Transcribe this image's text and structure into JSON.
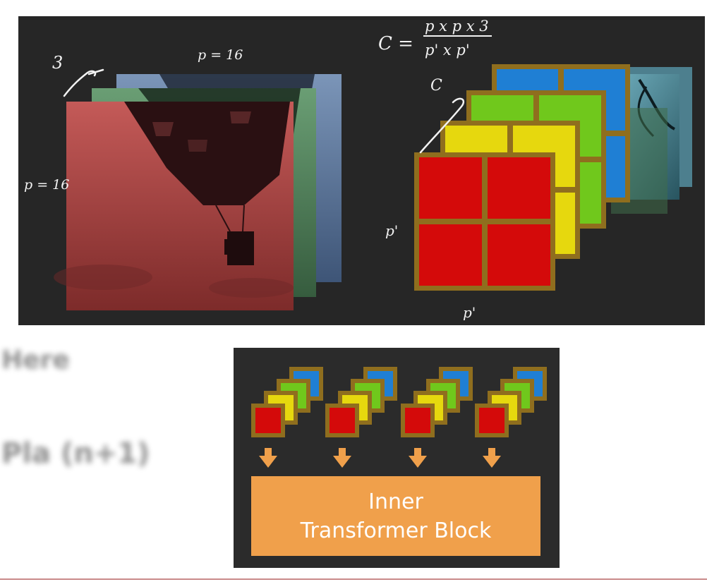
{
  "diagram": {
    "left_labels": {
      "channels": "3",
      "patch_width": "p = 16",
      "patch_height": "p = 16"
    },
    "formula": {
      "lhs": "C =",
      "numerator": "p x p x 3",
      "denominator": "p' x p'"
    },
    "right_labels": {
      "channel_count": "C",
      "sub_height": "p'",
      "sub_width": "p'"
    },
    "block": {
      "line1": "Inner",
      "line2": "Transformer Block"
    }
  },
  "blurred_side": {
    "line1": "Here",
    "line2": "Pla (n+1)"
  },
  "colors": {
    "panel_background": "#262626",
    "red": "#d40a0a",
    "yellow": "#e6d80e",
    "green": "#70c81c",
    "blue": "#1f7fd4",
    "gold_border": "#8f6e1e",
    "block_orange": "#f0a04b"
  }
}
